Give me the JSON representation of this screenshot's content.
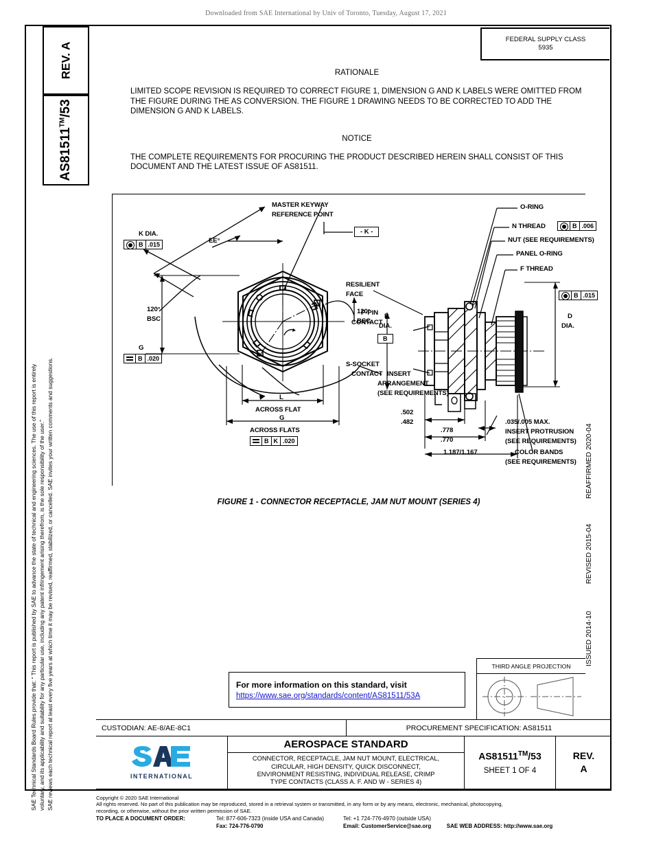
{
  "download_banner": "Downloaded from SAE International by Univ of Toronto, Tuesday, August 17, 2021",
  "left_rail": {
    "rev_label": "REV.",
    "rev_value": "A",
    "doc_number": "AS81511",
    "doc_tm": "TM",
    "doc_suffix": "/53",
    "legal_line_1": "SAE Technical Standards Board Rules provide that: “ This report is published by SAE to advance the state of technical and engineering sciences. The use of this report is entirely",
    "legal_line_2": "voluntary, and its applicability and suitability for any particular use, including any patent infringement arising therefrom, is the sole responsibility of the user.”",
    "legal_line_3": "SAE reviews each technical report at least every five years at which time it may be revised, reaffirmed, stabilized, or cancelled. SAE invites your written comments and suggestions."
  },
  "federal_supply_class": {
    "label": "FEDERAL SUPPLY CLASS",
    "value": "5935"
  },
  "body": {
    "rationale_heading": "RATIONALE",
    "rationale_text": "LIMITED SCOPE REVISION IS REQUIRED TO CORRECT FIGURE 1, DIMENSION G AND K LABELS WERE OMITTED FROM THE FIGURE DURING THE AS CONVERSION. THE FIGURE 1 DRAWING NEEDS TO BE CORRECTED TO ADD THE DIMENSION G AND K LABELS.",
    "notice_heading": "NOTICE",
    "notice_text": "THE COMPLETE REQUIREMENTS FOR PROCURING THE PRODUCT DESCRIBED HEREIN SHALL CONSIST OF THIS DOCUMENT AND THE LATEST ISSUE OF AS81511."
  },
  "figure": {
    "caption": "FIGURE 1 - CONNECTOR RECEPTACLE, JAM NUT MOUNT (SERIES 4)",
    "labels": {
      "k_dia": "K DIA.",
      "k_fcf_datum": "B",
      "k_fcf_tol": ".015",
      "master_keyway": "MASTER KEYWAY",
      "reference_point": "REFERENCE POINT",
      "datum_k": "- K -",
      "ee_deg": "EE°",
      "bsc_120_left": "120°",
      "bsc_left_2": "BSC",
      "bsc_120_right": "120°",
      "bsc_right_2": "BSC",
      "g_left": "G",
      "g_fcf_datum": "B",
      "g_fcf_tol": ".020",
      "l_dim": "L",
      "across_flat": "ACROSS FLAT",
      "g_bottom": "G",
      "across_flats": "ACROSS FLATS",
      "g_bottom_fcf_d1": "B",
      "g_bottom_fcf_d2": "K",
      "g_bottom_fcf_tol": ".020",
      "insert_arrangement_1": "INSERT",
      "insert_arrangement_2": "ARRANGEMENT",
      "insert_arrangement_3": "(SEE REQUIREMENTS)",
      "o_ring": "O-RING",
      "n_thread": "N THREAD",
      "n_fcf_datum": "B",
      "n_fcf_tol": ".006",
      "nut": "NUT (SEE REQUIREMENTS)",
      "panel_o_ring": "PANEL O-RING",
      "f_thread": "F THREAD",
      "d_fcf_datum": "B",
      "d_fcf_tol": ".015",
      "d_dia_1": "D",
      "d_dia_2": "DIA.",
      "resilient_face_1": "RESILIENT",
      "resilient_face_2": "FACE",
      "b_dia_1": "B",
      "b_dia_2": "DIA.",
      "datum_b": "B",
      "p_pin_1": "P-PIN",
      "p_pin_2": "CONTACT",
      "s_socket_1": "S-SOCKET",
      "s_socket_2": "CONTACT",
      "dim_502": ".502",
      "dim_482": ".482",
      "dim_778": ".778",
      "dim_770": ".770",
      "dim_1187": "1.187/1.167",
      "insert_protrusion_1": ".035/.005 MAX.",
      "insert_protrusion_2": "INSERT PROTRUSION",
      "insert_protrusion_3": "(SEE REQUIREMENTS)",
      "color_bands_1": "COLOR BANDS",
      "color_bands_2": "(SEE REQUIREMENTS)"
    }
  },
  "info_box": {
    "line1": "For more information on this standard, visit",
    "link": "https://www.sae.org/standards/content/AS81511/53A"
  },
  "third_angle": {
    "title": "THIRD ANGLE PROJECTION"
  },
  "dates": {
    "issued": "ISSUED 2014-10",
    "revised": "REVISED 2015-04",
    "reaffirmed": "REAFFIRMED 2020-04"
  },
  "custodian_row": {
    "custodian": "CUSTODIAN: AE-8/AE-8C1",
    "procurement": "PROCUREMENT SPECIFICATION: AS81511"
  },
  "title_block": {
    "logo_mark": "SAE",
    "logo_word": "INTERNATIONAL",
    "heading": "AEROSPACE STANDARD",
    "desc_line_1": "CONNECTOR, RECEPTACLE, JAM NUT MOUNT, ELECTRICAL,",
    "desc_line_2": "CIRCULAR, HIGH DENSITY, QUICK DISCONNECT,",
    "desc_line_3": "ENVIRONMENT RESISTING, INDIVIDUAL RELEASE, CRIMP",
    "desc_line_4": "TYPE CONTACTS (CLASS A. F. AND W - SERIES 4)",
    "doc_number": "AS81511",
    "doc_tm": "TM",
    "doc_suffix": "/53",
    "sheet": "SHEET 1 OF 4",
    "rev_label": "REV.",
    "rev_value": "A"
  },
  "footer": {
    "copyright": "Copyright © 2020 SAE International",
    "rights_1": "All rights reserved. No part of this publication may be reproduced, stored in a retrieval system or transmitted, in any form or by any means, electronic, mechanical, photocopying,",
    "rights_2": "recording, or otherwise, without the prior written permission of SAE.",
    "order_label": "TO PLACE A DOCUMENT ORDER:",
    "tel_inside": "Tel: 877-606-7323 (inside USA and Canada)",
    "fax": "Fax: 724-776-0790",
    "tel_outside": "Tel: +1 724-776-4970 (outside USA)",
    "email": "Email: CustomerService@sae.org",
    "web": "SAE WEB ADDRESS: http://www.sae.org"
  },
  "colors": {
    "logo_light": "#29ABE2",
    "logo_dark": "#1B365D",
    "link": "#1414cc"
  }
}
